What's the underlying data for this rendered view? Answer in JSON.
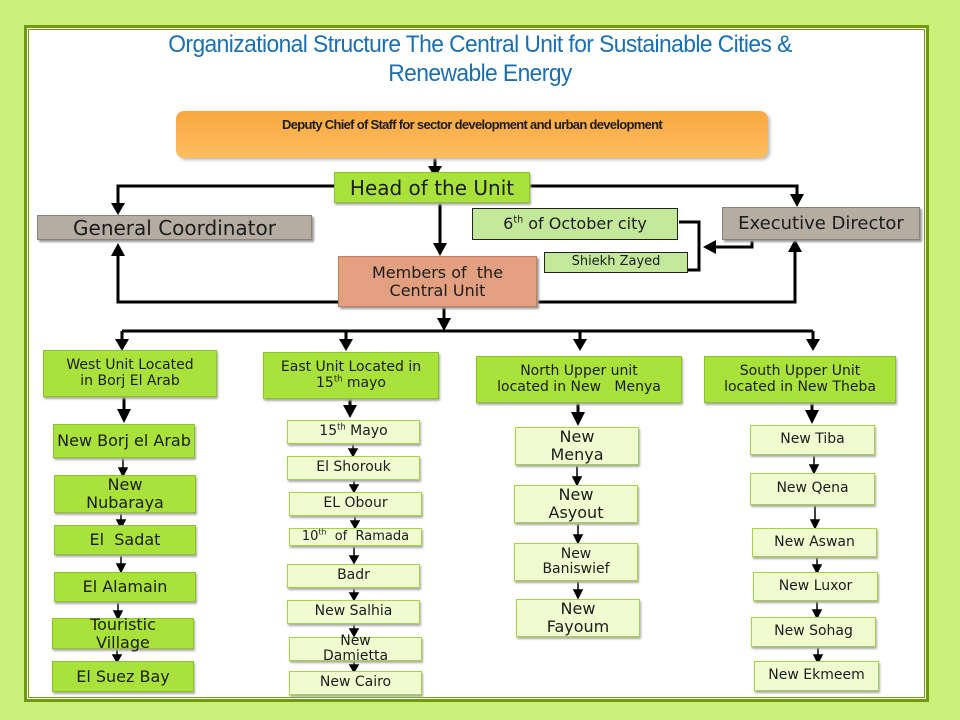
{
  "title": {
    "line1": "Organizational Structure The Central Unit for Sustainable Cities &",
    "line2": "Renewable Energy"
  },
  "colors": {
    "background": "#cdf07a",
    "frame_border": "#6f9a0c",
    "title_text": "#1a6fb0",
    "deputy_box": "#fbb04e",
    "head_box": "#a9e23b",
    "coordinator_box": "#b5aca2",
    "members_box": "#e2a080",
    "city_box": "#c3e89a",
    "east_north_south_children": "#f0fbd0"
  },
  "top": {
    "deputy": "Deputy Chief of Staff for sector development and urban development",
    "head": "Head of the Unit",
    "general_coordinator": "General Coordinator",
    "executive_director": "Executive Director",
    "members": {
      "line1": "Members of  the",
      "line2": "Central Unit"
    },
    "october_city": {
      "prefix": "6",
      "sup": "th",
      "rest": " of October city"
    },
    "sheikh_zayed": "Shiekh Zayed"
  },
  "units": [
    {
      "label_line1": "West Unit Located",
      "label_line2": "in Borj El Arab",
      "cities": [
        "New Borj el Arab",
        "New Nubaraya",
        "El  Sadat",
        "El Alamain",
        "Touristic Village",
        "El Suez Bay"
      ]
    },
    {
      "label_line1": "East Unit Located in",
      "label_line2_prefix": "15",
      "label_line2_sup": "th",
      "label_line2_rest": " mayo",
      "cities_first": {
        "prefix": "15",
        "sup": "th",
        "rest": " Mayo"
      },
      "cities": [
        "El Shorouk",
        "EL Obour"
      ],
      "ramada": {
        "prefix": "10",
        "sup": "th",
        "rest": "  of  Ramada"
      },
      "cities_rest": [
        "Badr",
        "New Salhia",
        "New Damietta",
        "New Cairo"
      ]
    },
    {
      "label_line1": "North Upper unit",
      "label_line2": "located in New   Menya",
      "cities": [
        "New Menya",
        "New Asyout",
        "New Baniswief",
        "New Fayoum"
      ]
    },
    {
      "label_line1": "South Upper Unit",
      "label_line2": "located in New Theba",
      "cities": [
        "New Tiba",
        "New Qena",
        "New Aswan",
        "New Luxor",
        "New Sohag",
        "New Ekmeem"
      ]
    }
  ]
}
